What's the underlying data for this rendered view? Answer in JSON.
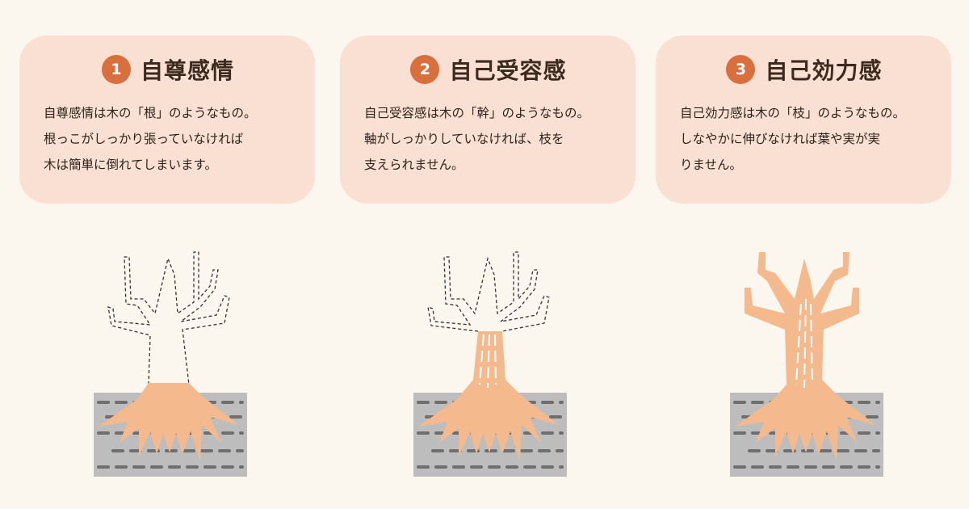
{
  "colors": {
    "background": "#fcf7ee",
    "card_background": "#fae0d3",
    "number_badge": "#d86f3d",
    "tree_fill": "#f4ba8e",
    "soil": "#bdbdbd",
    "soil_dash": "#6f6f6f"
  },
  "cards": [
    {
      "number": "1",
      "title": "自尊感情",
      "lines": [
        "自尊感情は木の「根」のようなもの。",
        "根っこがしっかり張っていなければ",
        "木は簡単に倒れてしまいます。"
      ]
    },
    {
      "number": "2",
      "title": "自己受容感",
      "lines": [
        "自己受容感は木の「幹」のようなもの。",
        "軸がしっかりしていなければ、枝を",
        "支えられません。"
      ]
    },
    {
      "number": "3",
      "title": "自己効力感",
      "lines": [
        "自己効力感は木の「枝」のようなもの。",
        "しなやかに伸びなければ葉や実が実",
        "りません。"
      ]
    }
  ],
  "trees": [
    {
      "name": "roots-only",
      "solid_parts": "roots"
    },
    {
      "name": "roots-and-trunk",
      "solid_parts": "roots + trunk"
    },
    {
      "name": "whole-tree",
      "solid_parts": "roots + trunk + branches"
    }
  ]
}
